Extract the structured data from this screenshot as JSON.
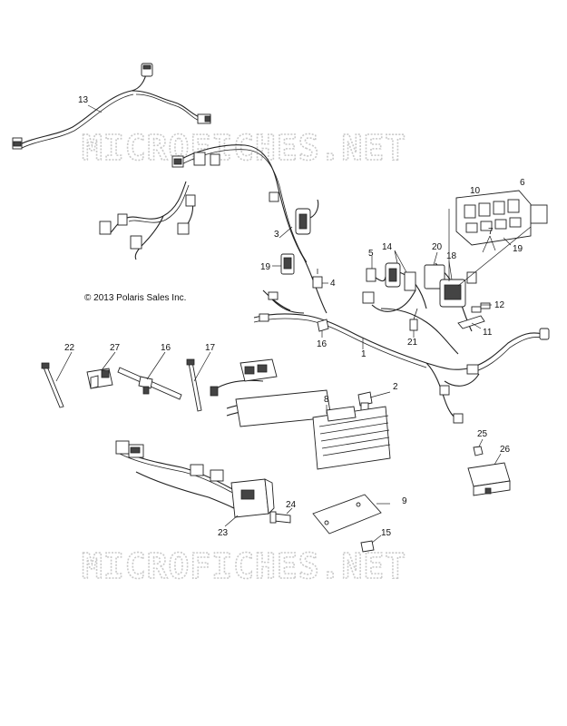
{
  "watermark": {
    "top": "MICROFICHES.NET",
    "bottom": "MICROFICHES.NET"
  },
  "copyright": "© 2013 Polaris Sales Inc.",
  "callouts": {
    "c1": "1",
    "c2": "2",
    "c3": "3",
    "c4": "4",
    "c5": "5",
    "c6": "6",
    "c7": "7",
    "c8": "8",
    "c9": "9",
    "c10": "10",
    "c11": "11",
    "c12": "12",
    "c13": "13",
    "c14": "14",
    "c15": "15",
    "c16": "16",
    "c17": "17",
    "c18": "18",
    "c19a": "19",
    "c19b": "19",
    "c20": "20",
    "c21": "21",
    "c22": "22",
    "c23": "23",
    "c24": "24",
    "c25": "25",
    "c26": "26",
    "c27": "27"
  }
}
